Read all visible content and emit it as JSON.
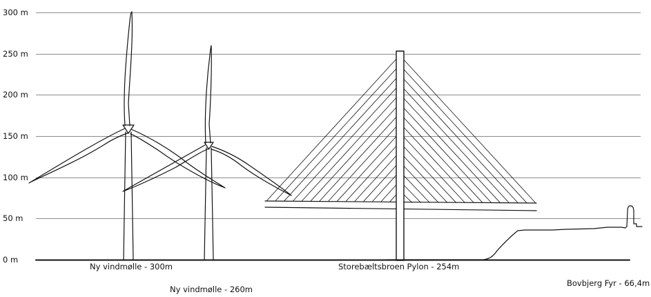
{
  "chart_data": {
    "type": "diagram",
    "y_axis": {
      "unit": "m",
      "ylim": [
        0,
        300
      ],
      "ticks": [
        0,
        50,
        100,
        150,
        200,
        250,
        300
      ],
      "tick_labels": [
        "0 m",
        "50 m",
        "100 m",
        "150 m",
        "200 m",
        "250 m",
        "300 m"
      ],
      "grid": true
    },
    "structures": [
      {
        "id": "turbine-300",
        "kind": "wind-turbine",
        "height_m": 300,
        "label": "Ny vindmølle - 300m"
      },
      {
        "id": "turbine-260",
        "kind": "wind-turbine",
        "height_m": 260,
        "label": "Ny vindmølle - 260m"
      },
      {
        "id": "pylon",
        "kind": "bridge-pylon",
        "height_m": 254,
        "label": "Storebæltsbroen Pylon - 254m"
      },
      {
        "id": "lighthouse",
        "kind": "lighthouse-cliff",
        "height_m": 66.4,
        "label": "Bovbjerg Fyr - 66,4m"
      }
    ]
  }
}
